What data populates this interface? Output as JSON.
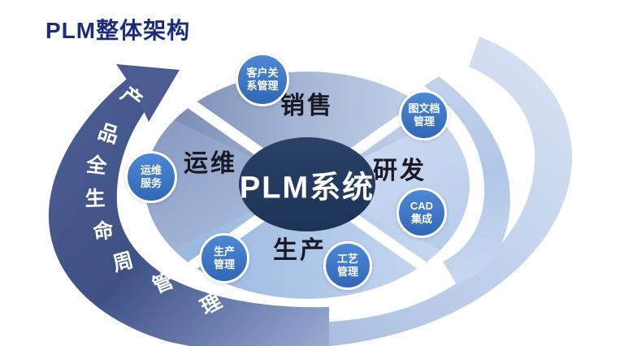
{
  "title": "PLM整体架构",
  "center": {
    "label": "PLM系统"
  },
  "quadrants": [
    {
      "id": "sales",
      "label": "销售"
    },
    {
      "id": "rnd",
      "label": "研发"
    },
    {
      "id": "production",
      "label": "生产"
    },
    {
      "id": "operations",
      "label": "运维"
    }
  ],
  "satellites": [
    {
      "id": "crm",
      "line1": "客户关",
      "line2": "系管理"
    },
    {
      "id": "doc-management",
      "line1": "图文档",
      "line2": "管理"
    },
    {
      "id": "cad-integration",
      "line1": "CAD",
      "line2": "集成"
    },
    {
      "id": "process-management",
      "line1": "工艺",
      "line2": "管理"
    },
    {
      "id": "prod-management",
      "line1": "生产",
      "line2": "管理"
    },
    {
      "id": "ops-service",
      "line1": "运维",
      "line2": "服务"
    }
  ],
  "lifecycle_arc": {
    "characters": [
      "产",
      "品",
      "全",
      "生",
      "命",
      "周",
      "管",
      "理"
    ]
  },
  "colors": {
    "title_text": "#1c2c7c",
    "center_ellipse": "#22395e",
    "satellite_circle": "#3b76c6",
    "dark_band": "#3d5184",
    "light_band": "#c6d6ee",
    "quadrant_label_text": "#191923"
  }
}
